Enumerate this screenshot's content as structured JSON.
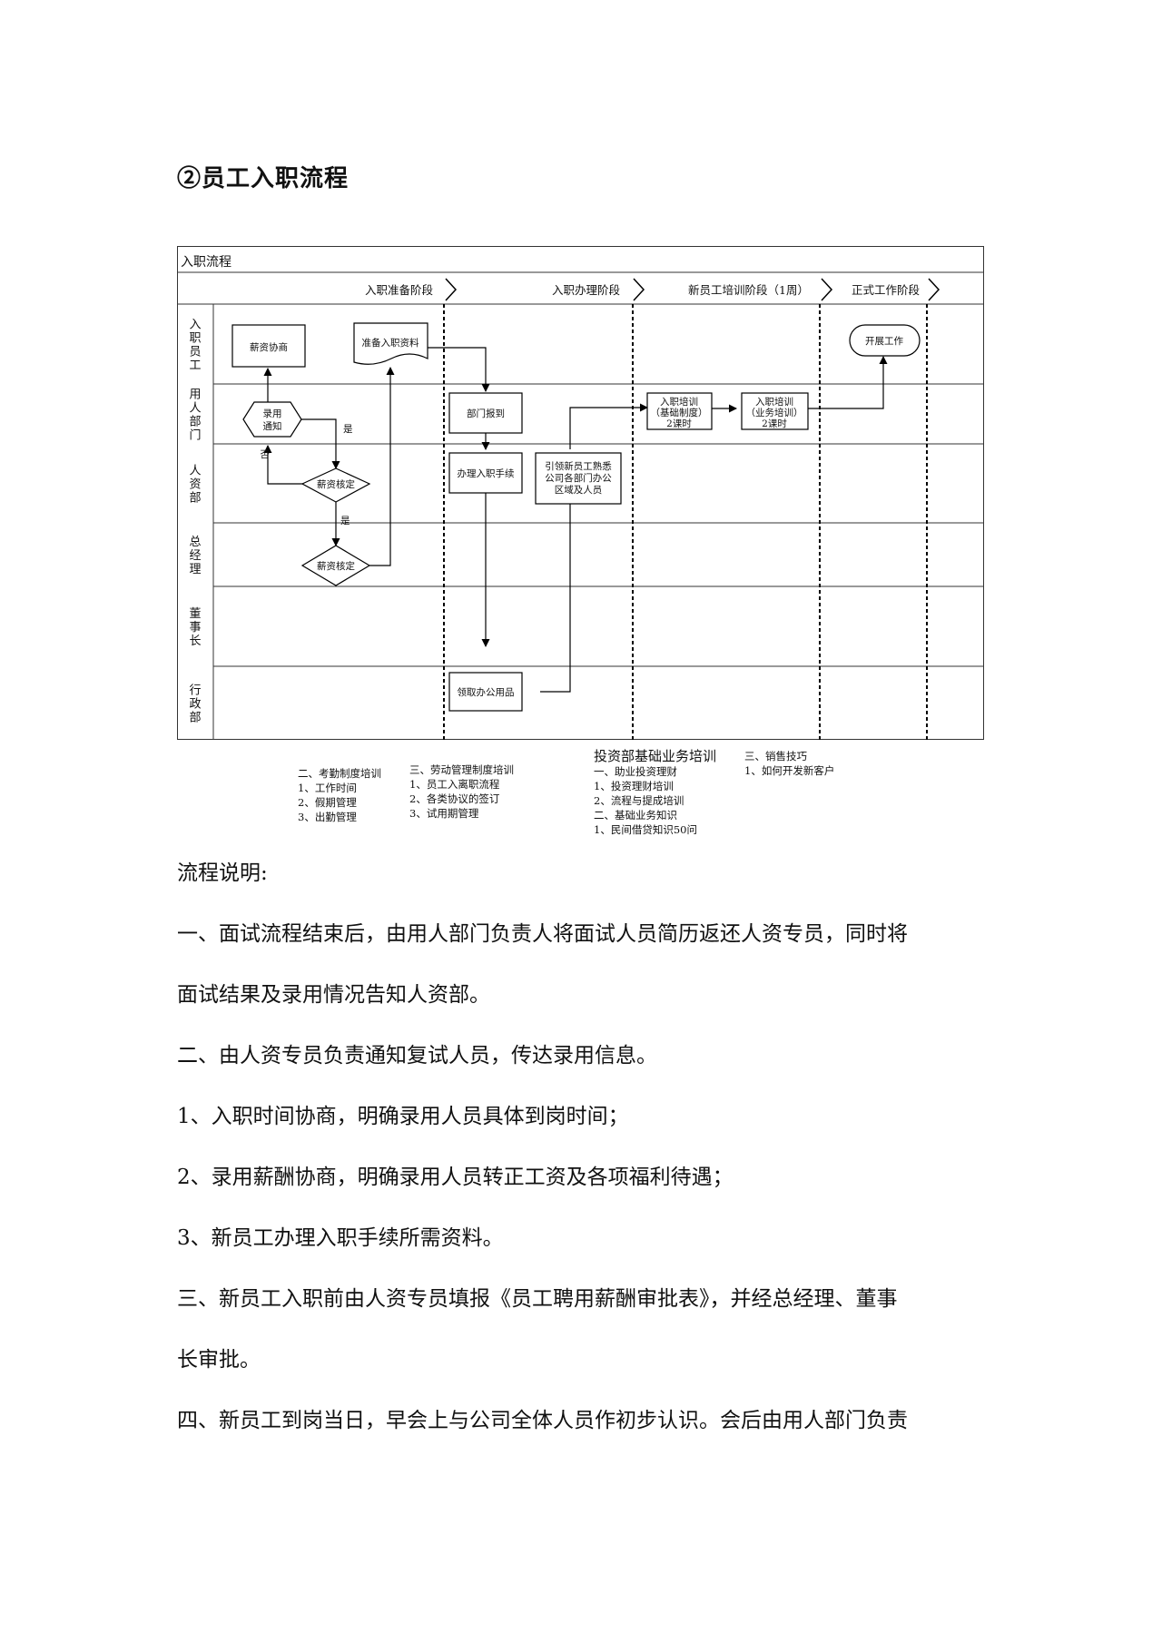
{
  "heading": "②员工入职流程",
  "flowchart": {
    "title": "入职流程",
    "phases": [
      "入职准备阶段",
      "入职办理阶段",
      "新员工培训阶段（1周）",
      "正式工作阶段"
    ],
    "lanes": [
      [
        "入",
        "职",
        "员",
        "工"
      ],
      [
        "用",
        "人",
        "部",
        "门"
      ],
      [
        "人",
        "资",
        "部"
      ],
      [
        "总",
        "经",
        "理"
      ],
      [
        "董",
        "事",
        "长"
      ],
      [
        "行",
        "政",
        "部"
      ]
    ],
    "nodes": {
      "salary_negotiation": "薪资协商",
      "prepare_docs": "准备入职资料",
      "start_work": "开展工作",
      "dept_report": "部门报到",
      "training_basic": [
        "入职培训",
        "（基础制度）",
        "2课时"
      ],
      "training_business": [
        "入职培训",
        "（业务培训）",
        "2课时"
      ],
      "hire_notice": [
        "录用",
        "通知"
      ],
      "onboarding_procedures": "办理入职手续",
      "guide_new_staff": [
        "引领新员工熟悉",
        "公司各部门办公",
        "区域及人员"
      ],
      "salary_check_gm": "薪资核定",
      "salary_check_chairman": "薪资核定",
      "office_supplies": "领取办公用品"
    },
    "edge_labels": {
      "yes_1": "是",
      "no": "否",
      "yes_2": "是"
    }
  },
  "notes": {
    "col1": [
      "二、考勤制度培训",
      "1、工作时间",
      "2、假期管理",
      "3、出勤管理"
    ],
    "col2": [
      "三、劳动管理制度培训",
      "1、员工入离职流程",
      "2、各类协议的签订",
      "3、试用期管理"
    ],
    "col3_title": "投资部基础业务培训",
    "col3": [
      "一、助业投资理财",
      "1、投资理财培训",
      "2、流程与提成培训",
      "二、基础业务知识",
      "1、民间借贷知识50问"
    ],
    "col4": [
      "三、销售技巧",
      "1、如何开发新客户"
    ]
  },
  "description": [
    "流程说明:",
    "一、面试流程结束后，由用人部门负责人将面试人员简历返还人资专员，同时将",
    "面试结果及录用情况告知人资部。",
    "二、由人资专员负责通知复试人员，传达录用信息。",
    "1、入职时间协商，明确录用人员具体到岗时间；",
    "2、录用薪酬协商，明确录用人员转正工资及各项福利待遇；",
    "3、新员工办理入职手续所需资料。",
    "三、新员工入职前由人资专员填报《员工聘用薪酬审批表》，并经总经理、董事",
    "长审批。",
    "四、新员工到岗当日，早会上与公司全体人员作初步认识。会后由用人部门负责"
  ]
}
